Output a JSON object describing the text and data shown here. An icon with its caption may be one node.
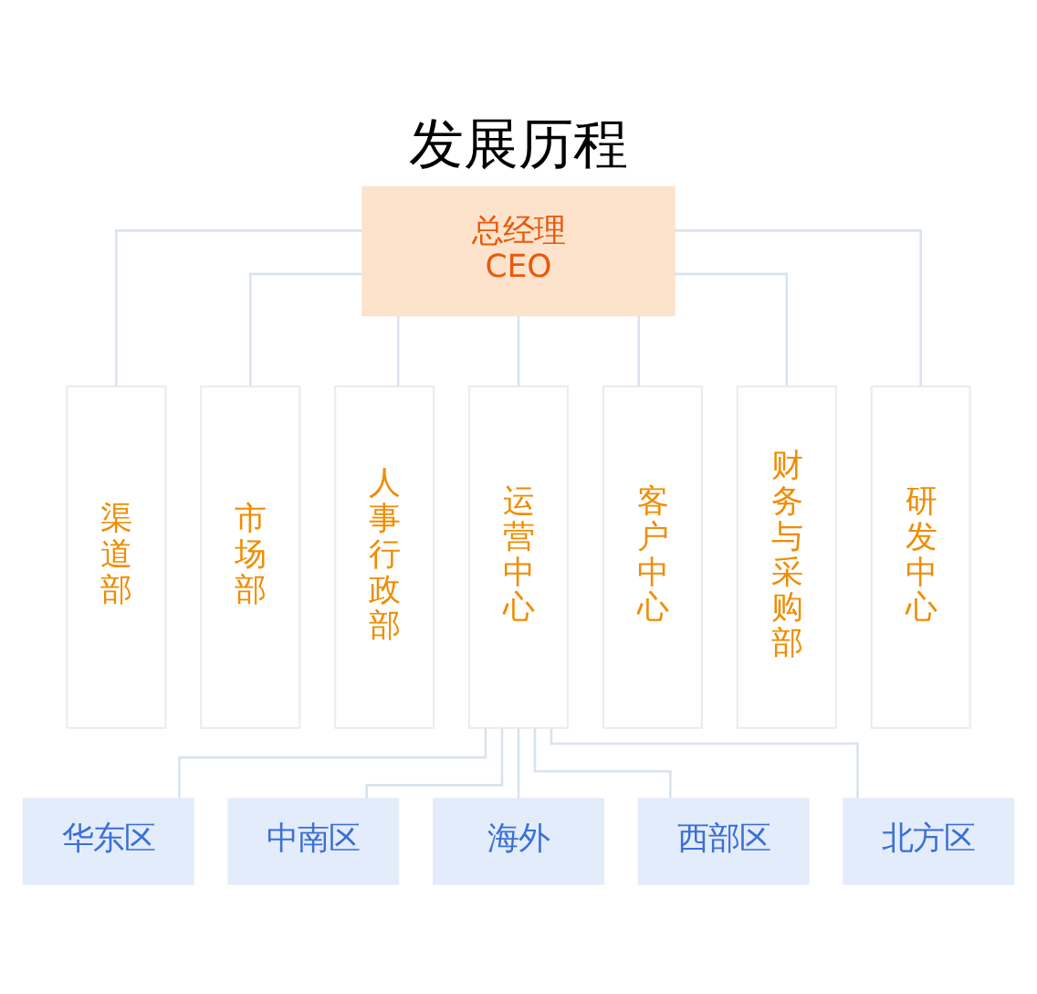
{
  "diagram": {
    "title": "发展历程",
    "nodes": [
      {
        "text": [
          "总经理",
          "CEO"
        ]
      },
      {
        "text": [
          "渠道部"
        ]
      },
      {
        "text": [
          "市场部"
        ]
      },
      {
        "text": [
          "人事行政部"
        ]
      },
      {
        "text": [
          "运营中心"
        ]
      },
      {
        "text": [
          "客户中心"
        ]
      },
      {
        "text": [
          "财务与采购部"
        ]
      },
      {
        "text": [
          "研发中心"
        ]
      },
      {
        "text": [
          "华东区"
        ]
      },
      {
        "text": [
          "中南区"
        ]
      },
      {
        "text": [
          "海外"
        ]
      },
      {
        "text": [
          "西部区"
        ]
      },
      {
        "text": [
          "北方区"
        ]
      }
    ],
    "edges": [
      {
        "from": 0,
        "to": 1,
        "arrow": "none"
      },
      {
        "from": 0,
        "to": 2,
        "arrow": "none"
      },
      {
        "from": 0,
        "to": 3,
        "arrow": "none"
      },
      {
        "from": 0,
        "to": 4,
        "arrow": "none"
      },
      {
        "from": 0,
        "to": 5,
        "arrow": "none"
      },
      {
        "from": 0,
        "to": 6,
        "arrow": "none"
      },
      {
        "from": 0,
        "to": 7,
        "arrow": "none"
      },
      {
        "from": 4,
        "to": 8,
        "arrow": "none"
      },
      {
        "from": 4,
        "to": 9,
        "arrow": "none"
      },
      {
        "from": 4,
        "to": 10,
        "arrow": "none"
      },
      {
        "from": 4,
        "to": 11,
        "arrow": "none"
      },
      {
        "from": 4,
        "to": 12,
        "arrow": "none"
      }
    ]
  }
}
